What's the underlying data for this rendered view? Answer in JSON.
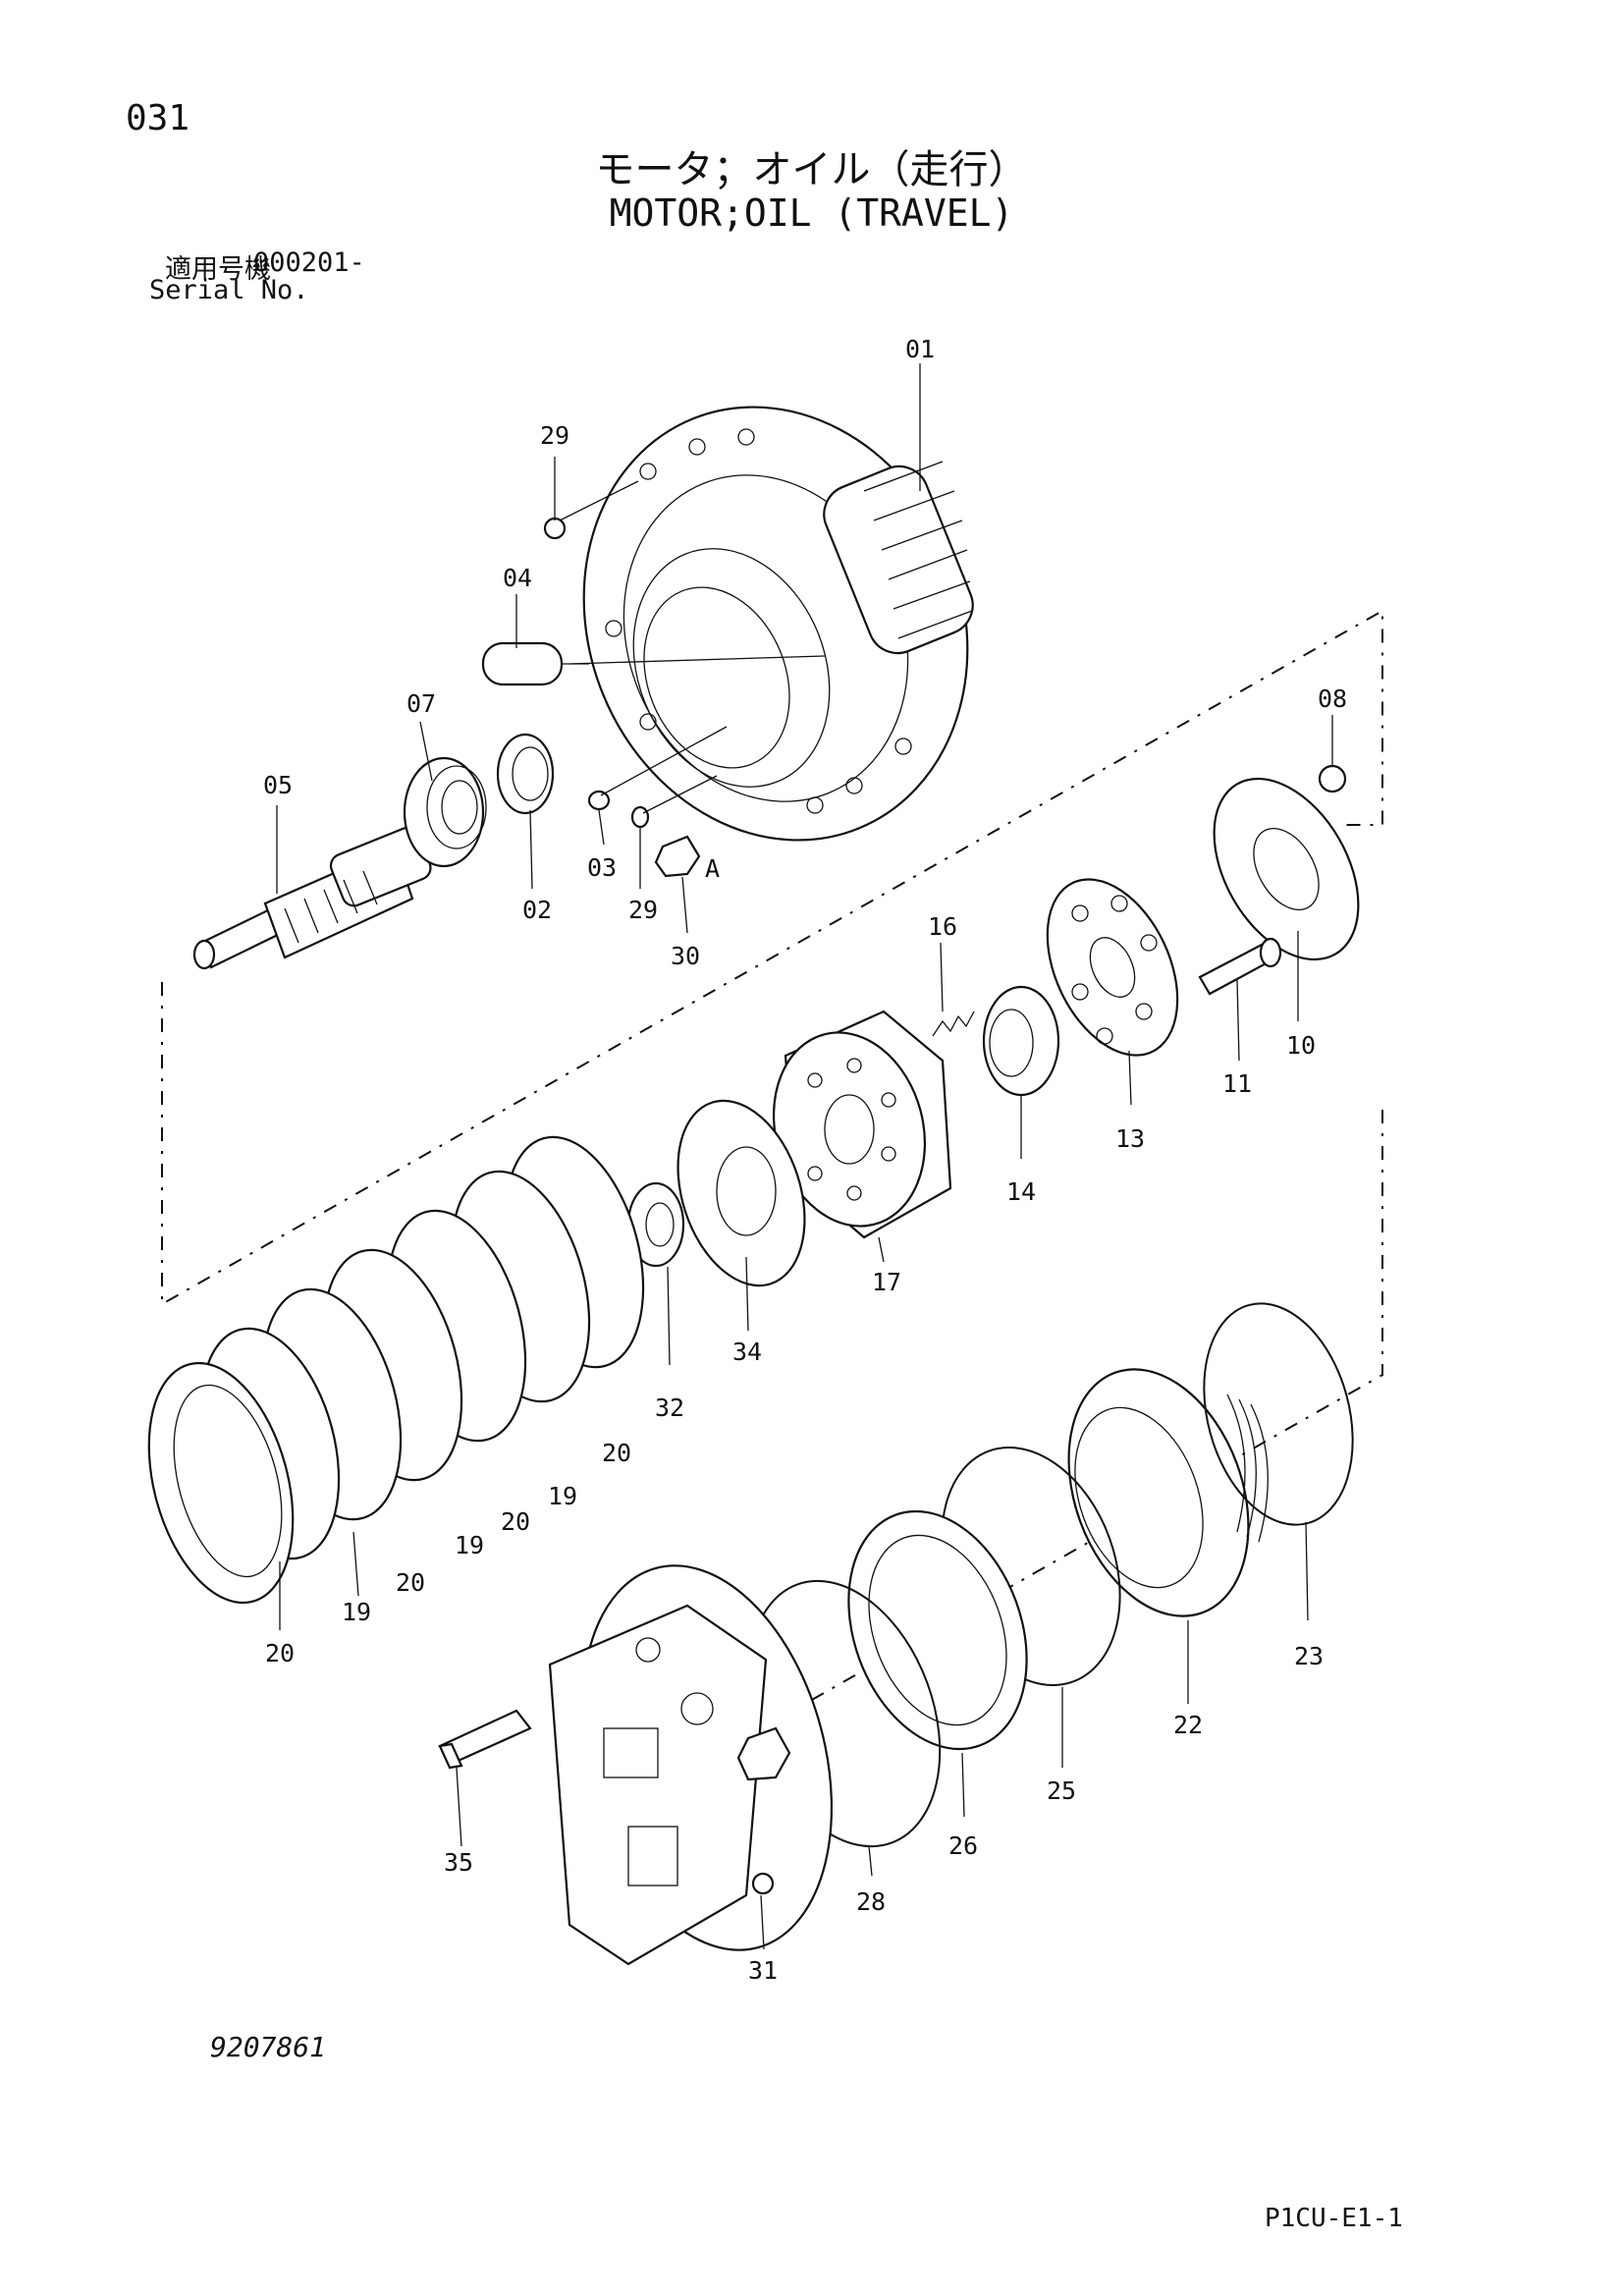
{
  "page_number": "031",
  "title_jp": "モータ；オイル（走行）",
  "title_en": "MOTOR;OIL (TRAVEL)",
  "serial_label_jp": "適用号機",
  "serial_number": "000201-",
  "serial_label_en": "Serial No.",
  "part_labels": [
    "01",
    "02",
    "03",
    "04",
    "05",
    "07",
    "08",
    "10",
    "11",
    "13",
    "14",
    "16",
    "17",
    "19",
    "20",
    "22",
    "23",
    "25",
    "26",
    "28",
    "29",
    "30",
    "31",
    "32",
    "34",
    "35"
  ],
  "detail_mark": "A",
  "drawing_number": "9207861",
  "page_code": "P1CU-E1-1"
}
